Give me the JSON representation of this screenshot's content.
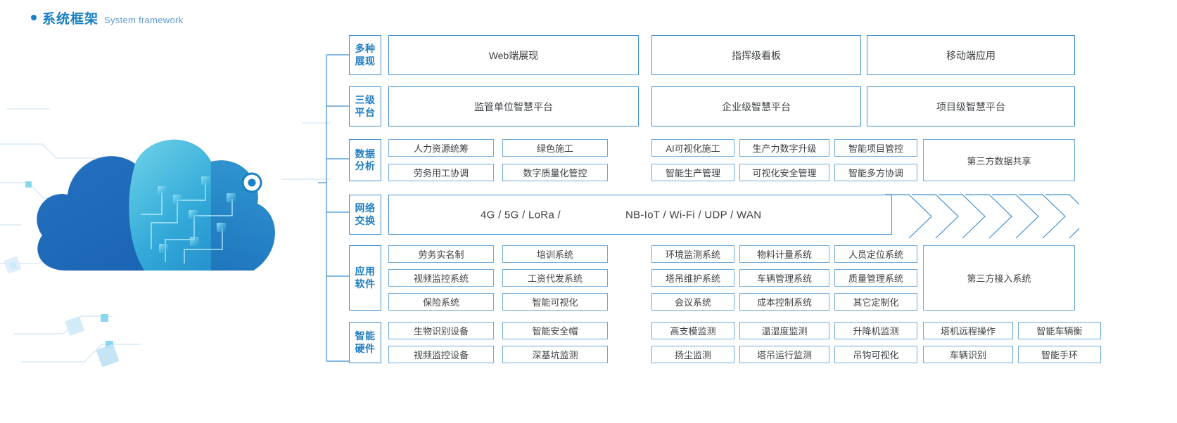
{
  "heading": {
    "bullet": "bullet-dot",
    "title_cn": "系统框架",
    "title_en": "System framework"
  },
  "artwork": {
    "name": "cloud-network-illustration",
    "accent": "#1a7fc4",
    "node_label": "network-node"
  },
  "colors": {
    "primary": "#1a7fc4",
    "border_strong": "#3f8fd0",
    "border_light": "#6fa9d8",
    "text": "#3d4043"
  },
  "rows": [
    {
      "label_lines": [
        "多种",
        "展现"
      ],
      "type": "wide",
      "items": [
        "Web端展现",
        "指挥级看板",
        "移动端应用"
      ]
    },
    {
      "label_lines": [
        "三级",
        "平台"
      ],
      "type": "wide",
      "items": [
        "监管单位智慧平台",
        "企业级智慧平台",
        "项目级智慧平台"
      ]
    },
    {
      "label_lines": [
        "数据",
        "分析"
      ],
      "type": "grid",
      "left_grid": [
        [
          "人力资源统筹",
          "绿色施工"
        ],
        [
          "劳务用工协调",
          "数字质量化管控"
        ]
      ],
      "mid_grid": [
        [
          "AI可视化施工",
          "生产力数字升级",
          "智能项目管控"
        ],
        [
          "智能生产管理",
          "可视化安全管理",
          "智能多方协调"
        ]
      ],
      "group": "第三方数据共享"
    },
    {
      "label_lines": [
        "网络",
        "交换"
      ],
      "type": "network",
      "text_left": "4G / 5G / LoRa /",
      "text_right": "NB-IoT / Wi-Fi / UDP / WAN",
      "chevron_count": 7
    },
    {
      "label_lines": [
        "应用",
        "软件"
      ],
      "type": "grid",
      "left_grid": [
        [
          "劳务实名制",
          "培训系统"
        ],
        [
          "视频监控系统",
          "工资代发系统"
        ],
        [
          "保险系统",
          "智能可视化"
        ]
      ],
      "mid_grid": [
        [
          "环境监测系统",
          "物料计量系统",
          "人员定位系统"
        ],
        [
          "塔吊维护系统",
          "车辆管理系统",
          "质量管理系统"
        ],
        [
          "会议系统",
          "成本控制系统",
          "其它定制化"
        ]
      ],
      "group": "第三方接入系统"
    },
    {
      "label_lines": [
        "智能",
        "硬件"
      ],
      "type": "grid5",
      "left_grid": [
        [
          "生物识别设备",
          "智能安全帽"
        ],
        [
          "视频监控设备",
          "深基坑监测"
        ]
      ],
      "mid_grid": [
        [
          "高支模监测",
          "温湿度监测",
          "升降机监测"
        ],
        [
          "扬尘监测",
          "塔吊运行监测",
          "吊钩可视化"
        ]
      ],
      "right_grid": [
        [
          "塔机远程操作",
          "智能车辆衡"
        ],
        [
          "车辆识别",
          "智能手环"
        ]
      ]
    }
  ]
}
